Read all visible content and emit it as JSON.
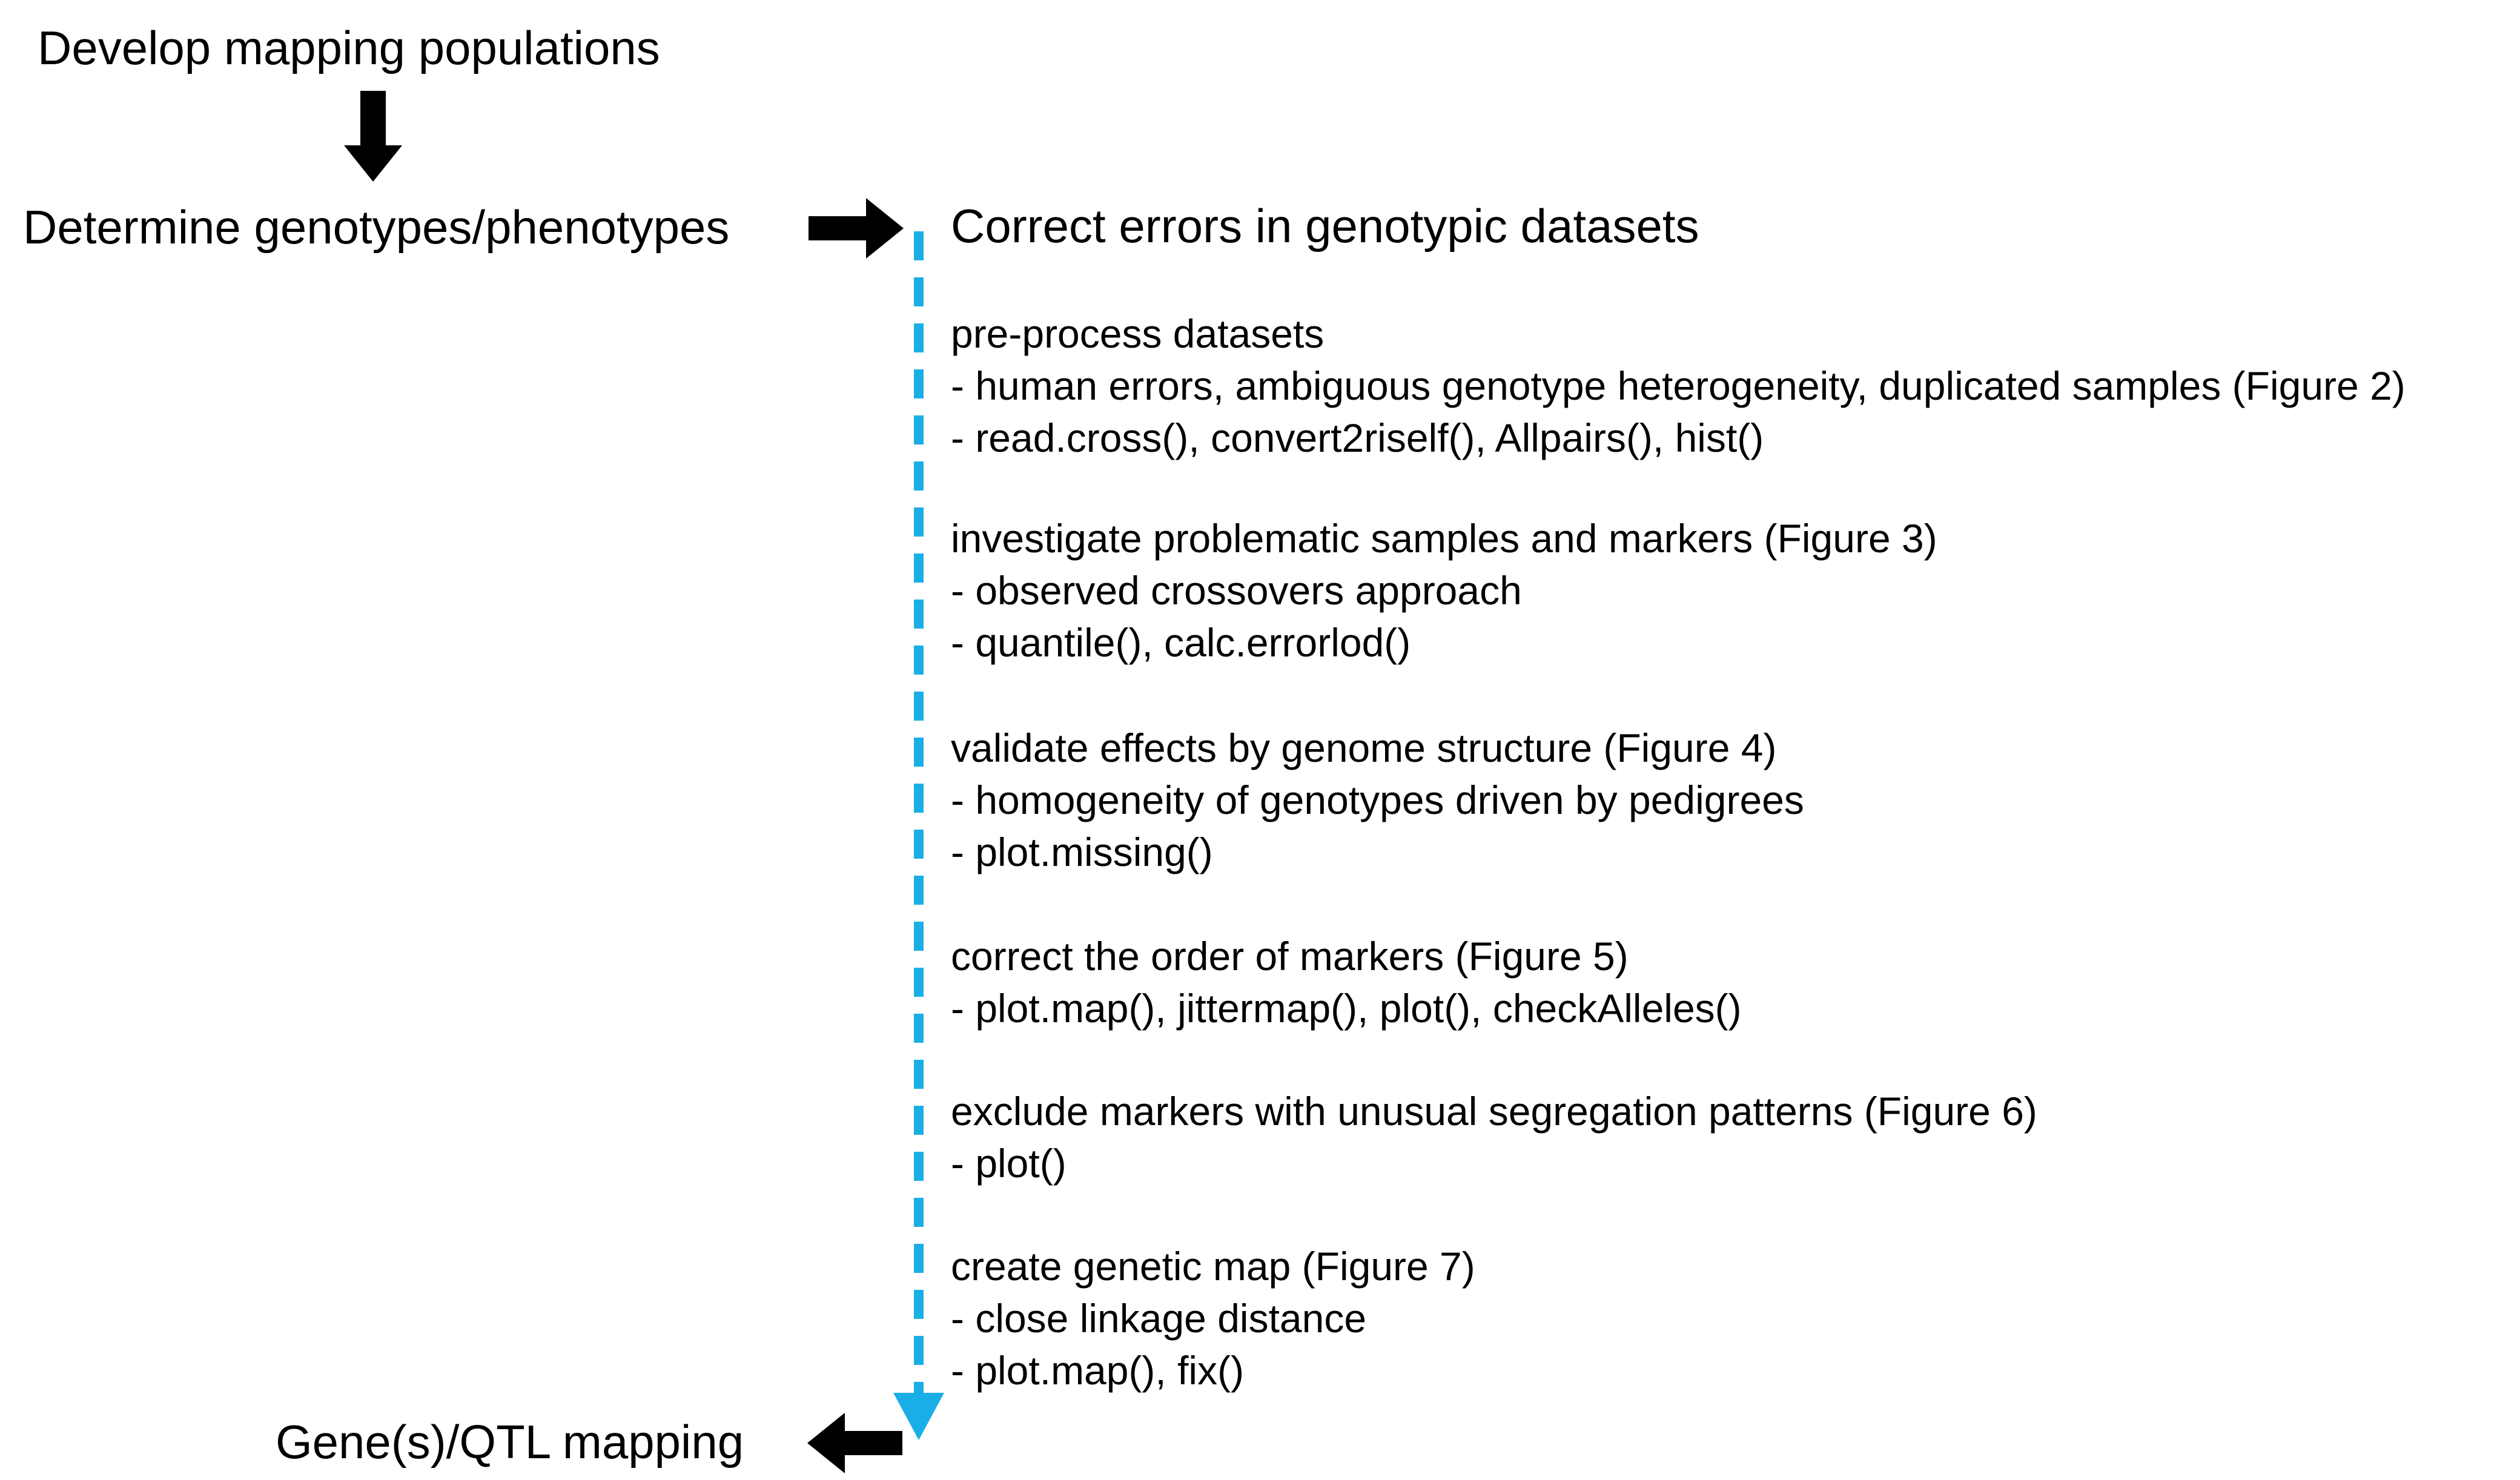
{
  "diagram": {
    "develop": "Develop mapping populations",
    "determine": "Determine genotypes/phenotypes",
    "correct_title": "Correct errors in genotypic datasets",
    "gene_mapping": "Gene(s)/QTL mapping",
    "steps": [
      {
        "title": "pre-process datasets",
        "lines": [
          "- human errors, ambiguous genotype heterogeneity, duplicated samples (Figure 2)",
          "- read.cross(), convert2riself(), Allpairs(), hist()"
        ]
      },
      {
        "title": "investigate problematic samples and markers (Figure 3)",
        "lines": [
          "- observed crossovers approach",
          "- quantile(), calc.errorlod()"
        ]
      },
      {
        "title": "validate effects by genome structure (Figure 4)",
        "lines": [
          "- homogeneity of genotypes driven by pedigrees",
          "- plot.missing()"
        ]
      },
      {
        "title": "correct the order of markers (Figure 5)",
        "lines": [
          "- plot.map(), jittermap(), plot(), checkAlleles()"
        ]
      },
      {
        "title": "exclude markers with unusual segregation patterns (Figure 6)",
        "lines": [
          "- plot()"
        ]
      },
      {
        "title": "create genetic map (Figure 7)",
        "lines": [
          "- close linkage distance",
          "- plot.map(), fix()"
        ]
      }
    ],
    "colors": {
      "arrow": "#000000",
      "flow_line": "#1aaee6"
    }
  }
}
